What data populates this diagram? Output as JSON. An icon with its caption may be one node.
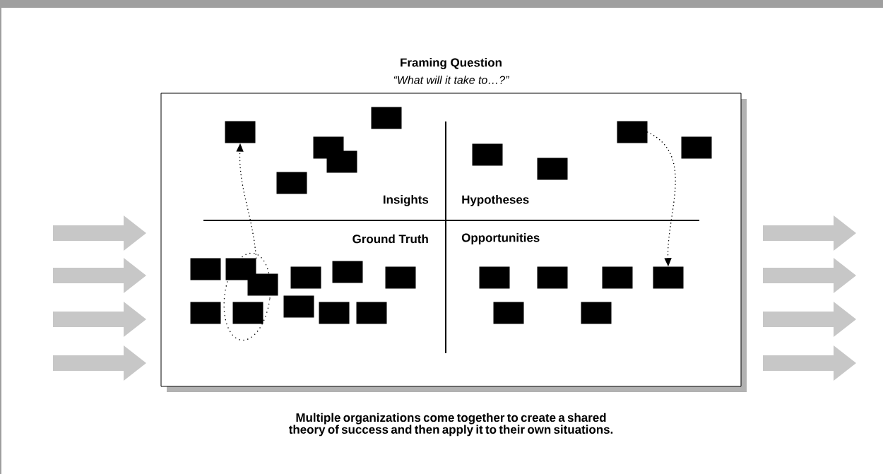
{
  "diagram": {
    "nodes": [
      {
        "text": [
          "Framing Question",
          "“What will it take to…?”"
        ]
      },
      {
        "text": [],
        "shape": "box",
        "in": 0
      },
      {
        "text": [],
        "shape": "box",
        "in": 0
      },
      {
        "text": [],
        "shape": "box",
        "in": 0
      },
      {
        "text": [],
        "shape": "box",
        "in": 0
      },
      {
        "text": [],
        "shape": "box",
        "in": 0
      },
      {
        "text": [],
        "shape": "box",
        "in": 0
      },
      {
        "text": [],
        "shape": "box",
        "in": 0
      },
      {
        "text": [],
        "shape": "box",
        "in": 0
      },
      {
        "text": [],
        "shape": "box",
        "in": 0
      },
      {
        "text": [],
        "shape": "box",
        "in": 0
      },
      {
        "text": [],
        "shape": "box",
        "in": 0
      },
      {
        "text": [],
        "shape": "box",
        "in": 0
      },
      {
        "text": [],
        "shape": "box",
        "in": 0
      },
      {
        "text": [],
        "shape": "box",
        "in": 0
      },
      {
        "text": [],
        "shape": "box",
        "in": 0
      },
      {
        "text": [],
        "shape": "box",
        "in": 0
      },
      {
        "text": [],
        "shape": "box",
        "in": 0
      },
      {
        "text": [],
        "shape": "box",
        "in": 0
      },
      {
        "text": [],
        "shape": "box",
        "in": 0
      },
      {
        "text": [],
        "shape": "box",
        "in": 0
      },
      {
        "text": [],
        "shape": "box",
        "in": 0
      },
      {
        "text": [],
        "shape": "box",
        "in": 0
      },
      {
        "text": [],
        "shape": "box",
        "in": 0
      },
      {
        "text": [],
        "shape": "box",
        "in": 0
      },
      {
        "text": [],
        "shape": "box",
        "in": 0
      },
      {
        "text": [],
        "shape": "box",
        "in": 0
      }
    ],
    "edges": [
      {
        "from": 11,
        "to": 1,
        "arrow": "to",
        "style": "dashed"
      },
      {
        "from": 8,
        "to": 24,
        "arrow": "to",
        "style": "dashed"
      }
    ],
    "labels": [
      "Insights",
      "Hypotheses",
      "Ground Truth",
      "Opportunities"
    ],
    "caption": "Multiple organizations come together to create a shared theory of success and then apply it to their own situations."
  }
}
